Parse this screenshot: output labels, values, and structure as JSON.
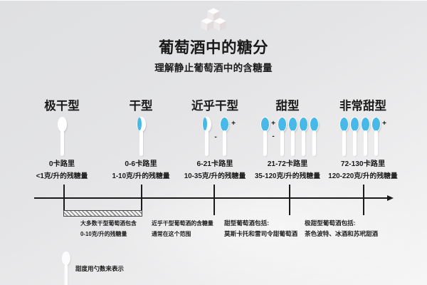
{
  "header": {
    "icon": "sugar-cubes",
    "title": "葡萄酒中的糖分",
    "subtitle": "理解静止葡萄酒中的含糖量"
  },
  "columns": [
    {
      "label": "极干型",
      "calories": "0卡路里",
      "sugar": "<1克/升的残糖量",
      "spoons": "1 empty"
    },
    {
      "label": "干型",
      "calories": "0-6卡路里",
      "sugar": "1-10克/升的残糖量",
      "spoons": "1 half"
    },
    {
      "label": "近乎干型",
      "calories": "6-21卡路里",
      "sugar": "10-35克/升的残糖量",
      "spoons": "1 half to 1 full",
      "minus": "-",
      "plus": "+"
    },
    {
      "label": "甜型",
      "calories": "21-72卡路里",
      "sugar": "35-120克/升的残糖量",
      "spoons": "1 to 4 full",
      "minus": "-",
      "plus": "+"
    },
    {
      "label": "非常甜型",
      "calories": "72-130卡路里",
      "sugar": "120-220克/升的残糖量",
      "spoons": "4 full or more",
      "plus": "+"
    }
  ],
  "annotations": [
    {
      "line1": "大多数干型葡萄酒包含",
      "line2": "0-10克/升的残糖量"
    },
    {
      "line1": "近乎干型葡萄酒的含糖量",
      "line2": "通常在这个范围"
    },
    {
      "line1": "甜型葡萄酒包括:",
      "line2": "莫斯卡托和雷司令甜葡萄酒"
    },
    {
      "line1": "极甜型葡萄酒包括:",
      "line2": "茶色波特、冰酒和苏玳甜酒"
    }
  ],
  "footer": {
    "note": "甜度用勺数来表示"
  },
  "colors": {
    "spoon_blue": "#47b8e8",
    "text": "#1a1a1a",
    "background_light": "#f6f6f6",
    "background_dark": "#dfe0e2"
  }
}
